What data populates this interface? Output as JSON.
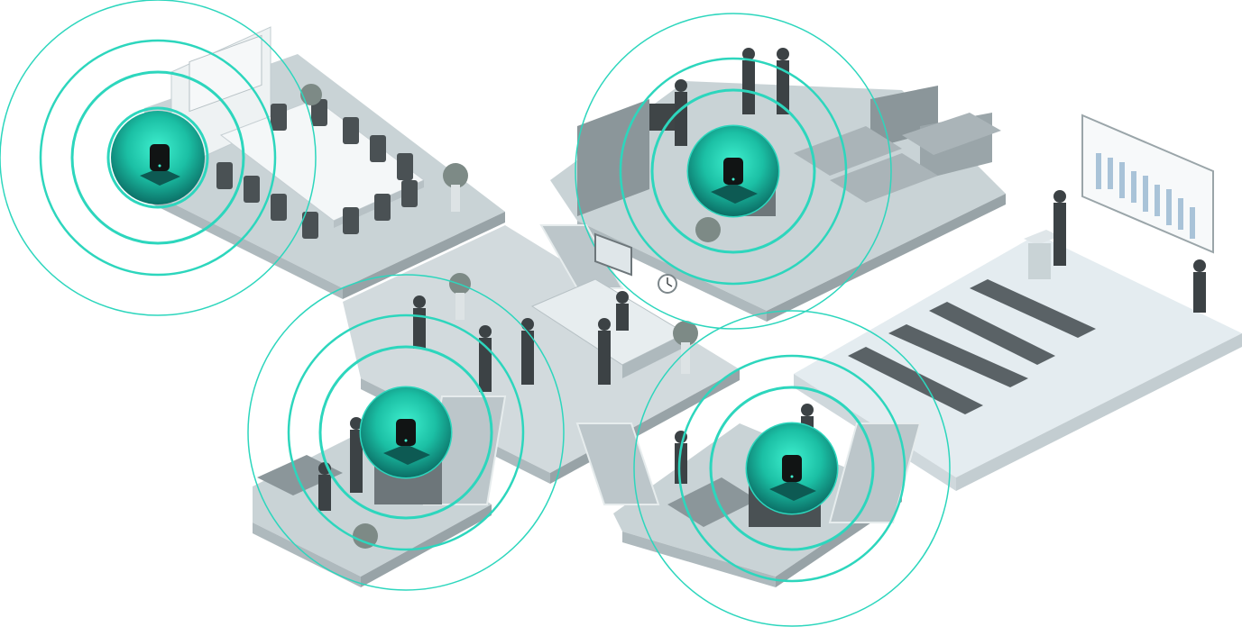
{
  "scene": {
    "subject": "isometric-office-floor-plan",
    "colors": {
      "background": "#ffffff",
      "floor": "#c9d3d6",
      "floor_dark": "#aeb9bd",
      "floor_light": "#e4ecf0",
      "wall": "#9aa5a9",
      "furniture": "#6d767a",
      "furniture_dark": "#3f4547",
      "signal_ring": "#2dd6bd",
      "signal_fill_inner": "#1fcfb0",
      "signal_fill_outer": "#0e7f74",
      "device": "#111414"
    },
    "rooms": [
      {
        "name": "conference-room"
      },
      {
        "name": "open-office"
      },
      {
        "name": "lobby-reception"
      },
      {
        "name": "lecture-hall"
      },
      {
        "name": "small-office-left"
      },
      {
        "name": "small-office-right"
      }
    ],
    "access_points": [
      {
        "name": "access-point-conference",
        "rings": 4
      },
      {
        "name": "access-point-open-office",
        "rings": 4
      },
      {
        "name": "access-point-small-office-left",
        "rings": 4
      },
      {
        "name": "access-point-small-office-right",
        "rings": 4
      }
    ]
  }
}
